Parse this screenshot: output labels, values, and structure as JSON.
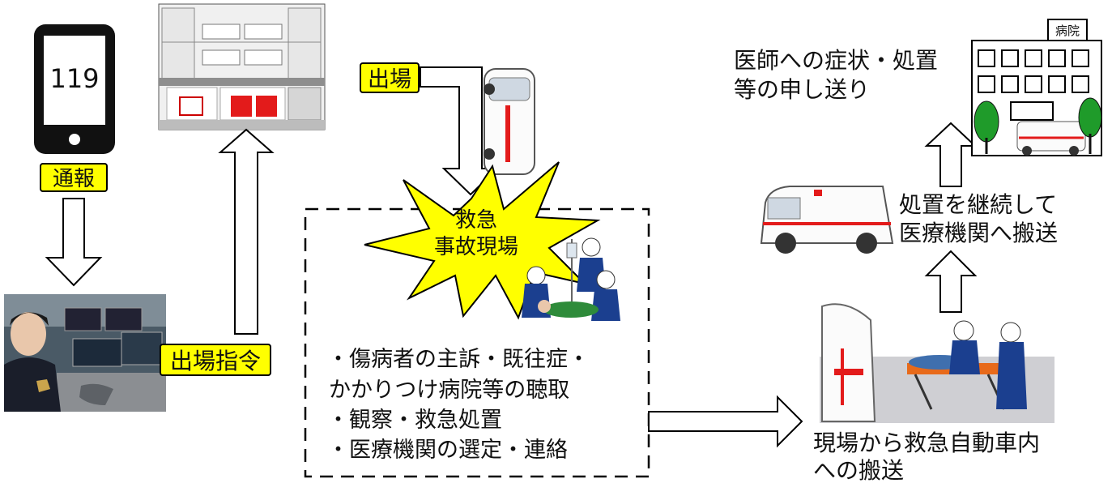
{
  "colors": {
    "label_fill": "#ffff00",
    "burst_fill": "#ffff00",
    "stroke": "#000000",
    "ambulance_red": "#e31b1b",
    "tree_green": "#1f9b2a",
    "uniform_blue": "#1b3f8f"
  },
  "phone": {
    "screen_text": "119",
    "label": "通報"
  },
  "dispatch_label": "出場指令",
  "departure_label": "出場",
  "scene": {
    "burst_line1": "救急",
    "burst_line2": "事故現場",
    "bullets": [
      "・傷病者の主訴・既往症・",
      "かかりつけ病院等の聴取",
      "・観察・救急処置",
      "・医療機関の選定・連絡"
    ]
  },
  "transport": {
    "line1": "現場から救急自動車内",
    "line2": "への搬送"
  },
  "continue_text": {
    "line1": "処置を継続して",
    "line2": "医療機関へ搬送"
  },
  "handover_text": {
    "line1": "医師への症状・処置",
    "line2": "等の申し送り"
  },
  "hospital_sign": "病院"
}
